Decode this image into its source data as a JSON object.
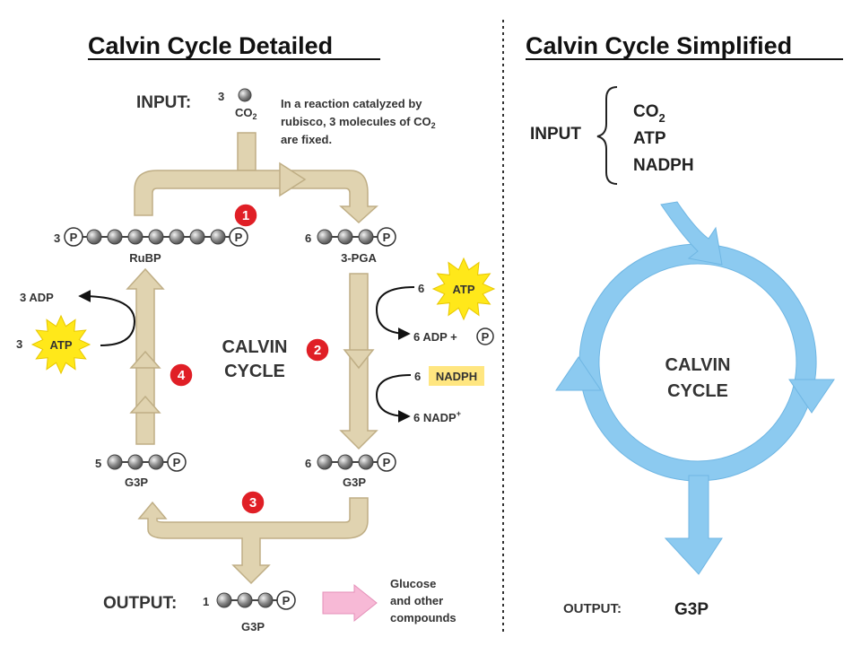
{
  "detailed": {
    "title": "Calvin Cycle Detailed",
    "input_label": "INPUT:",
    "input_count": "3",
    "input_molecule": "CO",
    "input_molecule_sub": "2",
    "note_line1": "In a reaction catalyzed by",
    "note_line2_a": "rubisco, 3 molecules of CO",
    "note_line2_sub": "2",
    "note_line3": "are fixed.",
    "rubp_count": "3",
    "rubp_label": "RuBP",
    "pga_count": "6",
    "pga_label": "3-PGA",
    "step1": "1",
    "step2": "2",
    "step3": "3",
    "step4": "4",
    "cycle_line1": "CALVIN",
    "cycle_line2": "CYCLE",
    "atp_in_count": "6",
    "atp_label": "ATP",
    "adp_out_a": "6 ADP +",
    "p_symbol": "P",
    "nadph_count": "6",
    "nadph_label": "NADPH",
    "nadp_out": "6 NADP",
    "nadp_sup": "+",
    "adp_left": "3 ADP",
    "atp_left_count": "3",
    "atp_left_label": "ATP",
    "g3p5_count": "5",
    "g3p5_label": "G3P",
    "g3p6_count": "6",
    "g3p6_label": "G3P",
    "output_label": "OUTPUT:",
    "output_count": "1",
    "output_mol_label": "G3P",
    "glucose_line1": "Glucose",
    "glucose_line2": "and other",
    "glucose_line3": "compounds"
  },
  "simplified": {
    "title": "Calvin Cycle Simplified",
    "input_label": "INPUT",
    "input_co2": "CO",
    "input_co2_sub": "2",
    "input_atp": "ATP",
    "input_nadph": "NADPH",
    "cycle_line1": "CALVIN",
    "cycle_line2": "CYCLE",
    "output_label": "OUTPUT:",
    "output_value": "G3P"
  },
  "colors": {
    "tan_arrow": "#e0d3b0",
    "tan_border": "#bfae85",
    "step_red": "#e01f26",
    "burst_yellow": "#ffe81a",
    "nadph_bg": "#ffe680",
    "blue_ring": "#8ccaf0",
    "pink_arrow": "#f7b9d6"
  }
}
